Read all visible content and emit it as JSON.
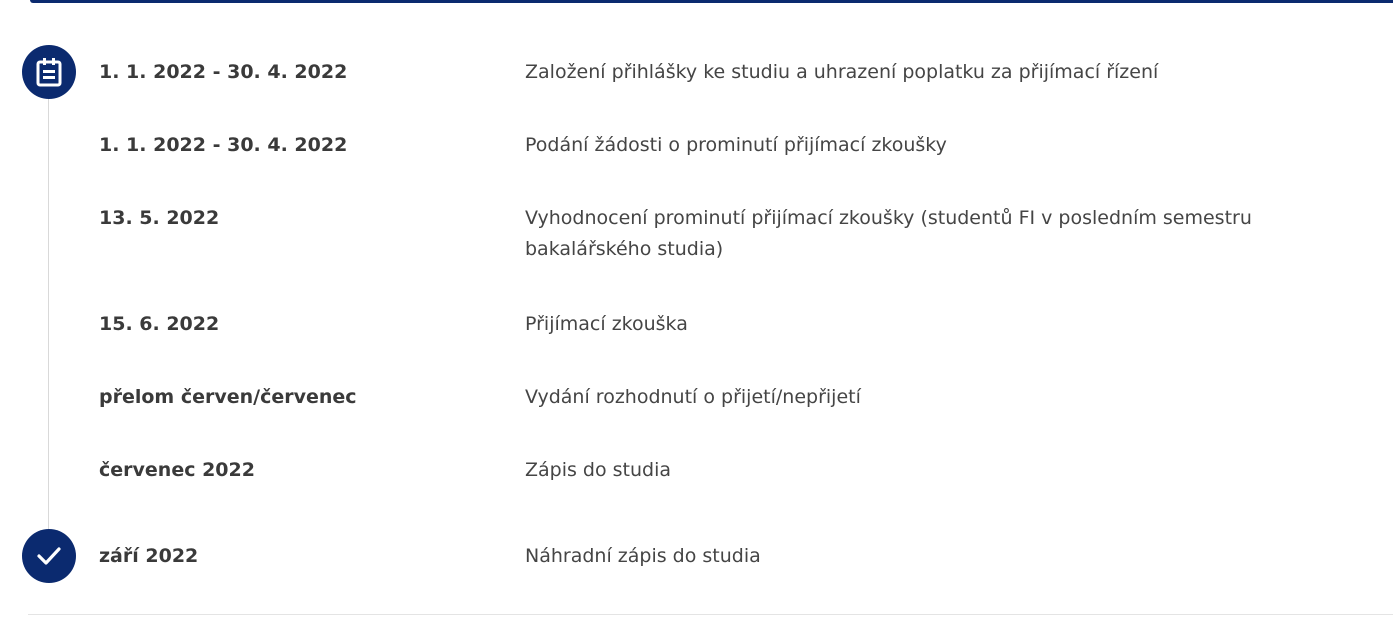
{
  "timeline": {
    "items": [
      {
        "date": "1. 1. 2022 - 30. 4. 2022",
        "description": "Založení přihlášky ke studiu a uhrazení poplatku za přijímací řízení"
      },
      {
        "date": "1. 1. 2022 - 30. 4. 2022",
        "description": "Podání žádosti o prominutí přijímací zkoušky"
      },
      {
        "date": "13. 5. 2022",
        "description": "Vyhodnocení prominutí přijímací zkoušky (studentů FI v posledním semestru bakalářského studia)"
      },
      {
        "date": "15. 6. 2022",
        "description": "Přijímací zkouška"
      },
      {
        "date": "přelom červen/červenec",
        "description": "Vydání rozhodnutí o přijetí/nepřijetí"
      },
      {
        "date": "červenec 2022",
        "description": "Zápis do studia"
      },
      {
        "date": "září 2022",
        "description": "Náhradní zápis do studia"
      }
    ],
    "start_icon": "calendar-icon",
    "end_icon": "check-icon"
  },
  "colors": {
    "accent": "#0b2a6f",
    "line": "#d9d9d9",
    "text": "#454545"
  }
}
